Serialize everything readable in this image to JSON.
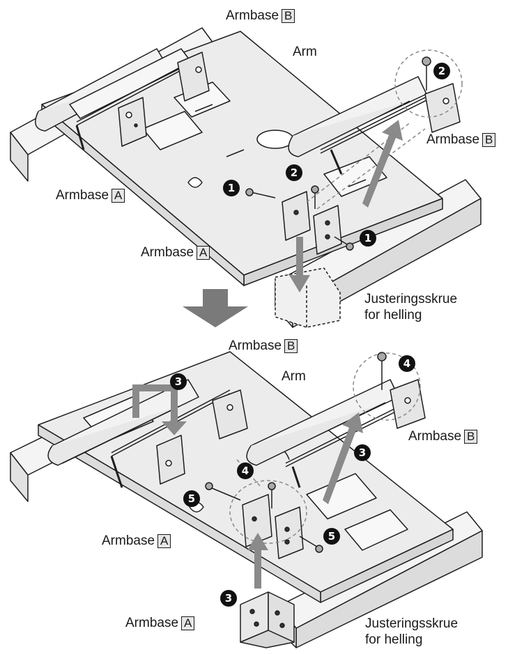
{
  "labels": {
    "armbase": "Armbase",
    "letter_a": "A",
    "letter_b": "B",
    "arm": "Arm",
    "screw_line1": "Justeringsskrue",
    "screw_line2": "for helling"
  },
  "steps": [
    "1",
    "2",
    "3",
    "4",
    "5"
  ],
  "colors": {
    "line": "#1e1e1e",
    "beam_fill": "#f4f4f4",
    "plate_fill": "#ececec",
    "arrow": "#8a8a8a",
    "step_badge": "#111111"
  }
}
